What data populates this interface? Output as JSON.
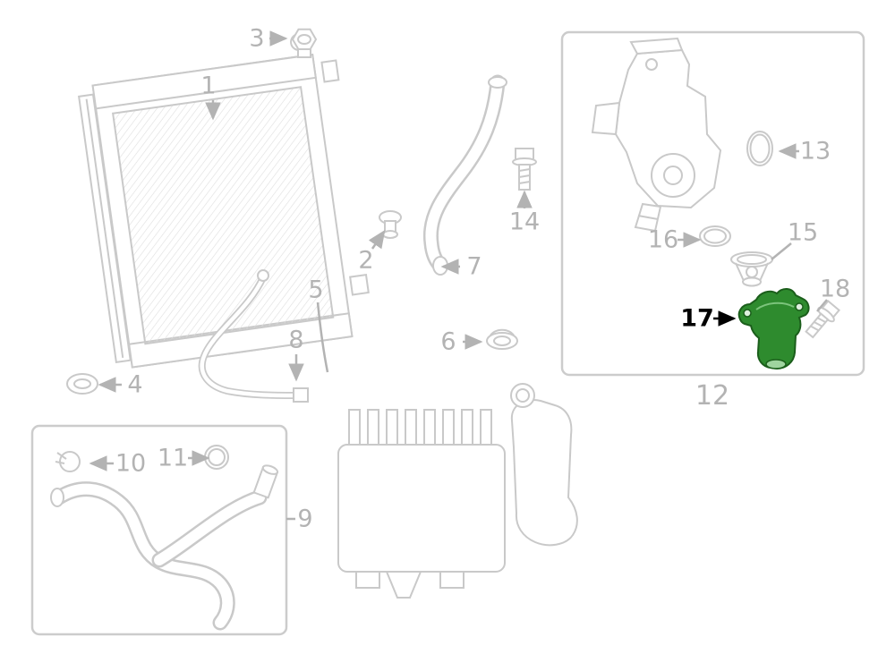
{
  "diagram": {
    "type": "exploded-parts-diagram",
    "highlighted_part": "17",
    "callouts": [
      {
        "id": "1",
        "label": "1"
      },
      {
        "id": "2",
        "label": "2"
      },
      {
        "id": "3",
        "label": "3"
      },
      {
        "id": "4",
        "label": "4"
      },
      {
        "id": "5",
        "label": "5"
      },
      {
        "id": "6",
        "label": "6"
      },
      {
        "id": "7",
        "label": "7"
      },
      {
        "id": "8",
        "label": "8"
      },
      {
        "id": "9",
        "label": "9"
      },
      {
        "id": "10",
        "label": "10"
      },
      {
        "id": "11",
        "label": "11"
      },
      {
        "id": "12",
        "label": "12"
      },
      {
        "id": "13",
        "label": "13"
      },
      {
        "id": "14",
        "label": "14"
      },
      {
        "id": "15",
        "label": "15"
      },
      {
        "id": "16",
        "label": "16"
      },
      {
        "id": "17",
        "label": "17"
      },
      {
        "id": "18",
        "label": "18"
      }
    ],
    "colors": {
      "background": "#ffffff",
      "line": "#c9c9c9",
      "label": "#b3b3b3",
      "highlight_fill": "#2e8b2e",
      "highlight_stroke": "#1b5e1b",
      "highlight_label": "#000000"
    }
  }
}
